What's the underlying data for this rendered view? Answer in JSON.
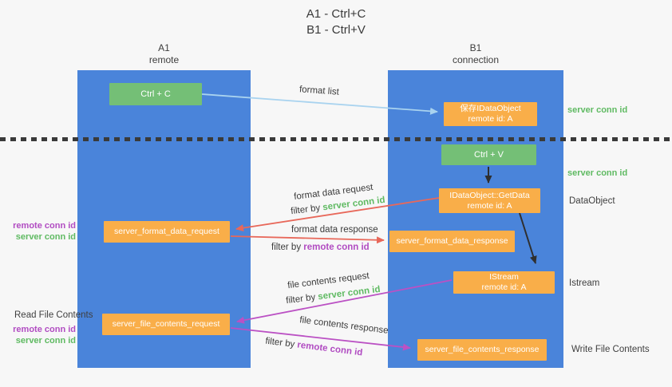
{
  "title": {
    "line1": "A1 - Ctrl+C",
    "line2": "B1 - Ctrl+V"
  },
  "lanes": {
    "left": {
      "title": "A1",
      "subtitle": "remote"
    },
    "right": {
      "title": "B1",
      "subtitle": "connection"
    }
  },
  "boxes": {
    "ctrl_c": {
      "label": "Ctrl + C"
    },
    "save_idataobject": {
      "line1": "保存IDataObject",
      "line2": "remote id: A"
    },
    "ctrl_v": {
      "label": "Ctrl + V"
    },
    "getdata": {
      "line1": "IDataObject::GetData",
      "line2": "remote id: A"
    },
    "format_request": {
      "label": "server_format_data_request"
    },
    "format_response": {
      "label": "server_format_data_response"
    },
    "istream": {
      "line1": "IStream",
      "line2": "remote id: A"
    },
    "file_request": {
      "label": "server_file_contents_request"
    },
    "file_response": {
      "label": "server_file_contents_response"
    }
  },
  "left_annotations": {
    "remote_conn_id_1": "remote conn id",
    "server_conn_id_1": "server conn id",
    "read_file_contents": "Read File Contents",
    "remote_conn_id_2": "remote conn id",
    "server_conn_id_2": "server conn id"
  },
  "right_annotations": {
    "server_conn_id_1": "server conn id",
    "server_conn_id_2": "server conn id",
    "dataobject": "DataObject",
    "istream": "Istream",
    "write_file_contents": "Write File Contents"
  },
  "flow_labels": {
    "format_list": "format list",
    "format_data_request": "format data request",
    "filter_by_1_prefix": "filter by ",
    "filter_by_1_value": "server conn id",
    "format_data_response": "format data response",
    "filter_by_2_prefix": "filter by ",
    "filter_by_2_value": "remote conn id",
    "file_contents_request": "file contents request",
    "filter_by_3_prefix": "filter by ",
    "filter_by_3_value": "server conn id",
    "file_contents_response": "file contents response",
    "filter_by_4_prefix": "filter by ",
    "filter_by_4_value": "remote conn id"
  },
  "colors": {
    "background": "#f7f7f7",
    "lane_blue": "#4a84da",
    "box_green": "#74bf76",
    "box_orange": "#f9ae49",
    "green_text": "#5fba62",
    "purple_text": "#b14cc2",
    "red_arrow": "#e8685a",
    "purple_arrow": "#bb51c4",
    "light_blue_arrow": "#a9d3ef",
    "black_arrow": "#2f2f2f",
    "dark": "#3c3c3c"
  }
}
